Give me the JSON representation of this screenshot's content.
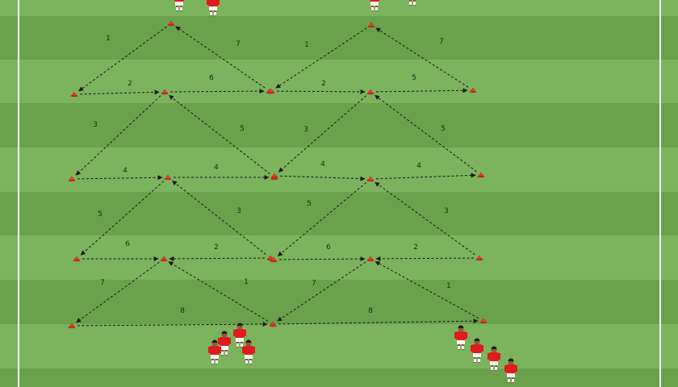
{
  "colors": {
    "stripe_light": "#7cb35d",
    "stripe_dark": "#6aa14b",
    "line": "#ffffff",
    "arrow": "#1a1a1a",
    "cone": "#e8402a",
    "player_shirt": "#e01b1b",
    "player_shorts": "#f5f5f5",
    "player_skin": "#8a5a3b"
  },
  "drill_a": {
    "labels": [
      "1",
      "7",
      "2",
      "6",
      "3",
      "5",
      "4",
      "4",
      "5",
      "3",
      "6",
      "2",
      "7",
      "1",
      "8"
    ]
  },
  "drill_b": {
    "labels": [
      "1",
      "7",
      "2",
      "5",
      "3",
      "5",
      "4",
      "4",
      "5",
      "3",
      "6",
      "2",
      "7",
      "1",
      "8"
    ]
  }
}
